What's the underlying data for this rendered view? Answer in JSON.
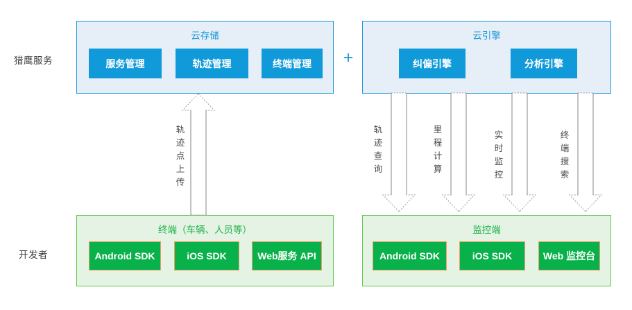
{
  "rows": {
    "service_label": "猎鹰服务",
    "developer_label": "开发者"
  },
  "separator": {
    "plus": "+"
  },
  "panels": {
    "cloud_storage": {
      "title": "云存储",
      "items": [
        "服务管理",
        "轨迹管理",
        "终端管理"
      ]
    },
    "cloud_engine": {
      "title": "云引擎",
      "items": [
        "纠偏引擎",
        "分析引擎"
      ]
    },
    "terminal": {
      "title": "终端（车辆、人员等）",
      "items": [
        "Android SDK",
        "iOS SDK",
        "Web服务 API"
      ]
    },
    "monitor": {
      "title": "监控端",
      "items": [
        "Android SDK",
        "iOS SDK",
        "Web 监控台"
      ]
    }
  },
  "arrows": [
    {
      "name": "track-point-upload",
      "label": "轨迹点上传",
      "direction": "up"
    },
    {
      "name": "track-query",
      "label": "轨迹查询",
      "direction": "down"
    },
    {
      "name": "mileage-calc",
      "label": "里程计算",
      "direction": "down"
    },
    {
      "name": "realtime-monitor",
      "label": "实时监控",
      "direction": "down"
    },
    {
      "name": "terminal-search",
      "label": "终端搜索",
      "direction": "down"
    }
  ],
  "colors": {
    "blue_panel_bg": "#e6eef8",
    "blue_panel_border": "#2196d6",
    "blue_item_bg": "#119ad9",
    "blue_title_text": "#1c9ad6",
    "green_panel_bg": "#e4f3e4",
    "green_panel_border": "#5fc74b",
    "green_item_bg": "#09b14a",
    "green_item_border": "#eaa06a",
    "green_title_text": "#22b14c",
    "arrow_stroke": "#9a9a9a",
    "label_text": "#4a4a4a"
  }
}
